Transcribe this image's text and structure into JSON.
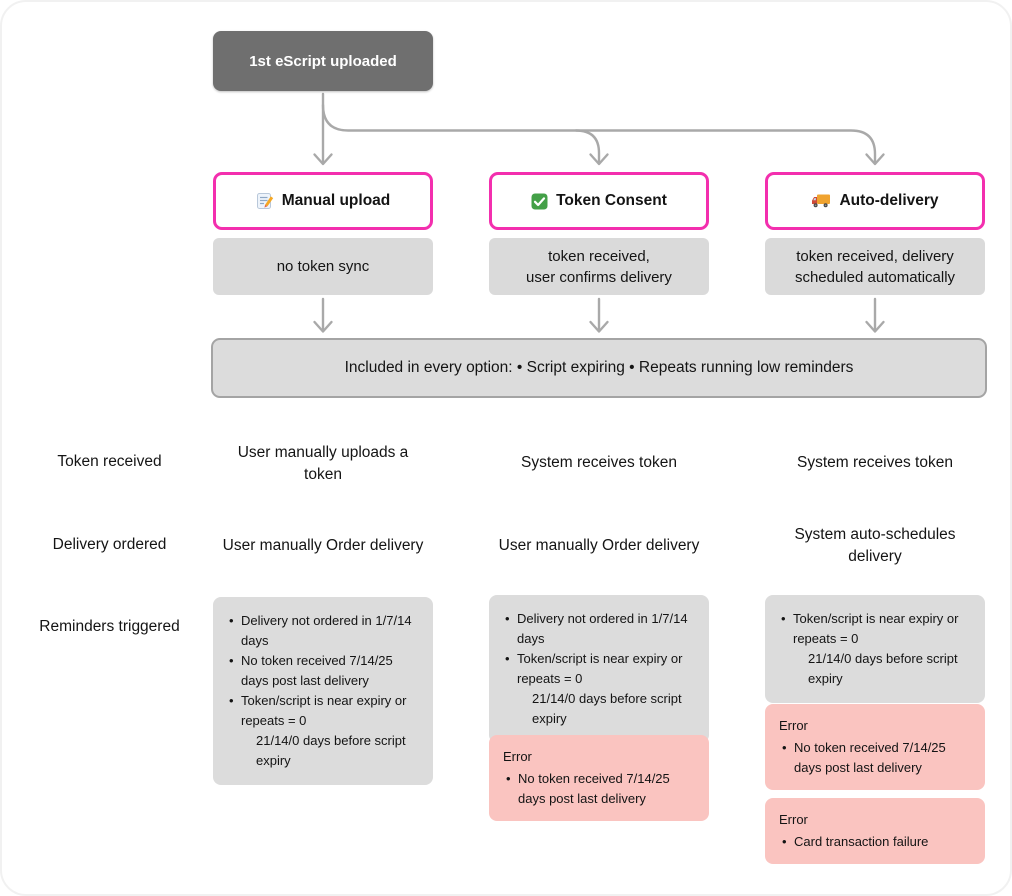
{
  "flow": {
    "start_label": "1st eScript uploaded",
    "banner_text": "Included in every option: • Script expiring  • Repeats running low reminders",
    "row_labels": {
      "token": "Token received",
      "delivery": "Delivery ordered",
      "reminders": "Reminders triggered"
    },
    "columns": [
      {
        "id": "manual-upload",
        "icon": "memo-icon",
        "title": "Manual upload",
        "caption": "no token sync",
        "token_received": "User manually uploads a\ntoken",
        "delivery_ordered": "User manually Order delivery",
        "reminder_bullets": [
          {
            "text": "Delivery not ordered in 1/7/14 days",
            "note": ""
          },
          {
            "text": "No token received 7/14/25 days post last delivery",
            "note": ""
          },
          {
            "text": "Token/script is near expiry or repeats = 0",
            "note": "21/14/0 days before script expiry"
          }
        ],
        "errors": []
      },
      {
        "id": "token-consent",
        "icon": "check-icon",
        "title": "Token Consent",
        "caption": "token received,\nuser confirms delivery",
        "token_received": "System receives token",
        "delivery_ordered": "User manually Order delivery",
        "reminder_bullets": [
          {
            "text": "Delivery not ordered in 1/7/14 days",
            "note": ""
          },
          {
            "text": "Token/script is near expiry or repeats = 0",
            "note": "21/14/0 days before script expiry"
          }
        ],
        "errors": [
          {
            "title": "Error",
            "bullet": "No token received 7/14/25 days post last delivery"
          }
        ]
      },
      {
        "id": "auto-delivery",
        "icon": "truck-icon",
        "title": "Auto-delivery",
        "caption": "token received, delivery\nscheduled automatically",
        "token_received": "System receives token",
        "delivery_ordered": "System auto-schedules\ndelivery",
        "reminder_bullets": [
          {
            "text": "Token/script is near expiry or repeats = 0",
            "note": "21/14/0 days before script expiry"
          }
        ],
        "errors": [
          {
            "title": "Error",
            "bullet": "No token received 7/14/25 days post last delivery"
          },
          {
            "title": "Error",
            "bullet": "Card transaction failure"
          }
        ]
      }
    ]
  },
  "colors": {
    "accent_pink": "#f32fae",
    "box_gray": "#dcdcdc",
    "dark_gray": "#6f6f6f",
    "error_bg": "#fac4c0",
    "connector_gray": "#a9a9a9"
  }
}
